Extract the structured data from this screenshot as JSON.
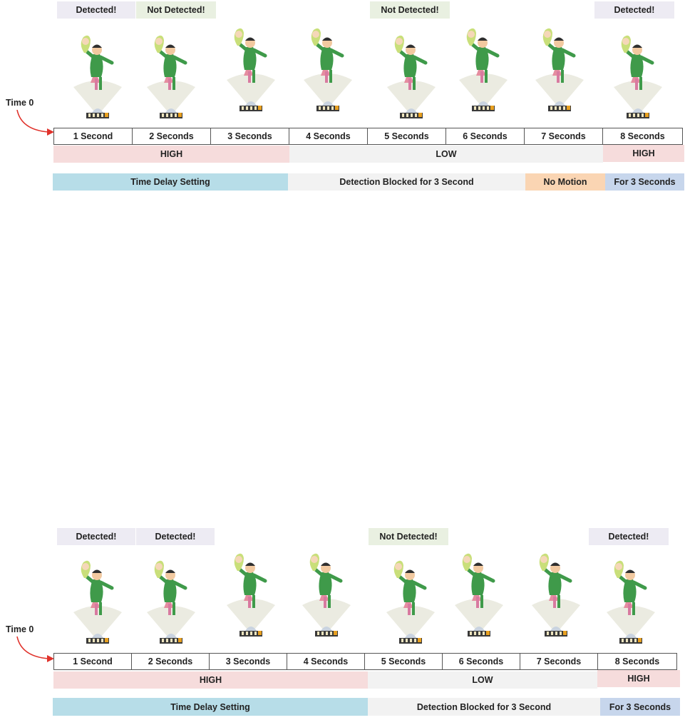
{
  "time_label": "Time 0",
  "seconds": [
    "1 Second",
    "2 Seconds",
    "3 Seconds",
    "4 Seconds",
    "5 Seconds",
    "6 Seconds",
    "7 Seconds",
    "8 Seconds"
  ],
  "top": {
    "labels": [
      "Detected!",
      "Not Detected!",
      "Not Detected!",
      "Detected!"
    ],
    "signals": [
      "HIGH",
      "LOW",
      "HIGH"
    ],
    "phases": [
      "Time Delay Setting",
      "Detection Blocked for 3 Second",
      "No Motion",
      "For 3 Seconds"
    ]
  },
  "bottom": {
    "labels": [
      "Detected!",
      "Detected!",
      "Not Detected!",
      "Detected!"
    ],
    "signals": [
      "HIGH",
      "LOW",
      "HIGH"
    ],
    "phases": [
      "Time Delay Setting",
      "Detection Blocked for 3 Second",
      "For 3 Seconds"
    ]
  },
  "colors": {
    "detected_bg": "#edebf3",
    "not_detected_bg": "#e9f0e1",
    "high_bg": "#f6dcdc",
    "low_bg": "#f2f2f2",
    "time_delay_bg": "#b7dde8",
    "no_motion_bg": "#fad5b3",
    "for3_bg": "#c7d6ec",
    "arrow": "#e0322b"
  },
  "icons": [
    "dancing-couple-icon",
    "sensor-cone-icon",
    "pir-sensor-icon",
    "red-arrow-icon"
  ]
}
